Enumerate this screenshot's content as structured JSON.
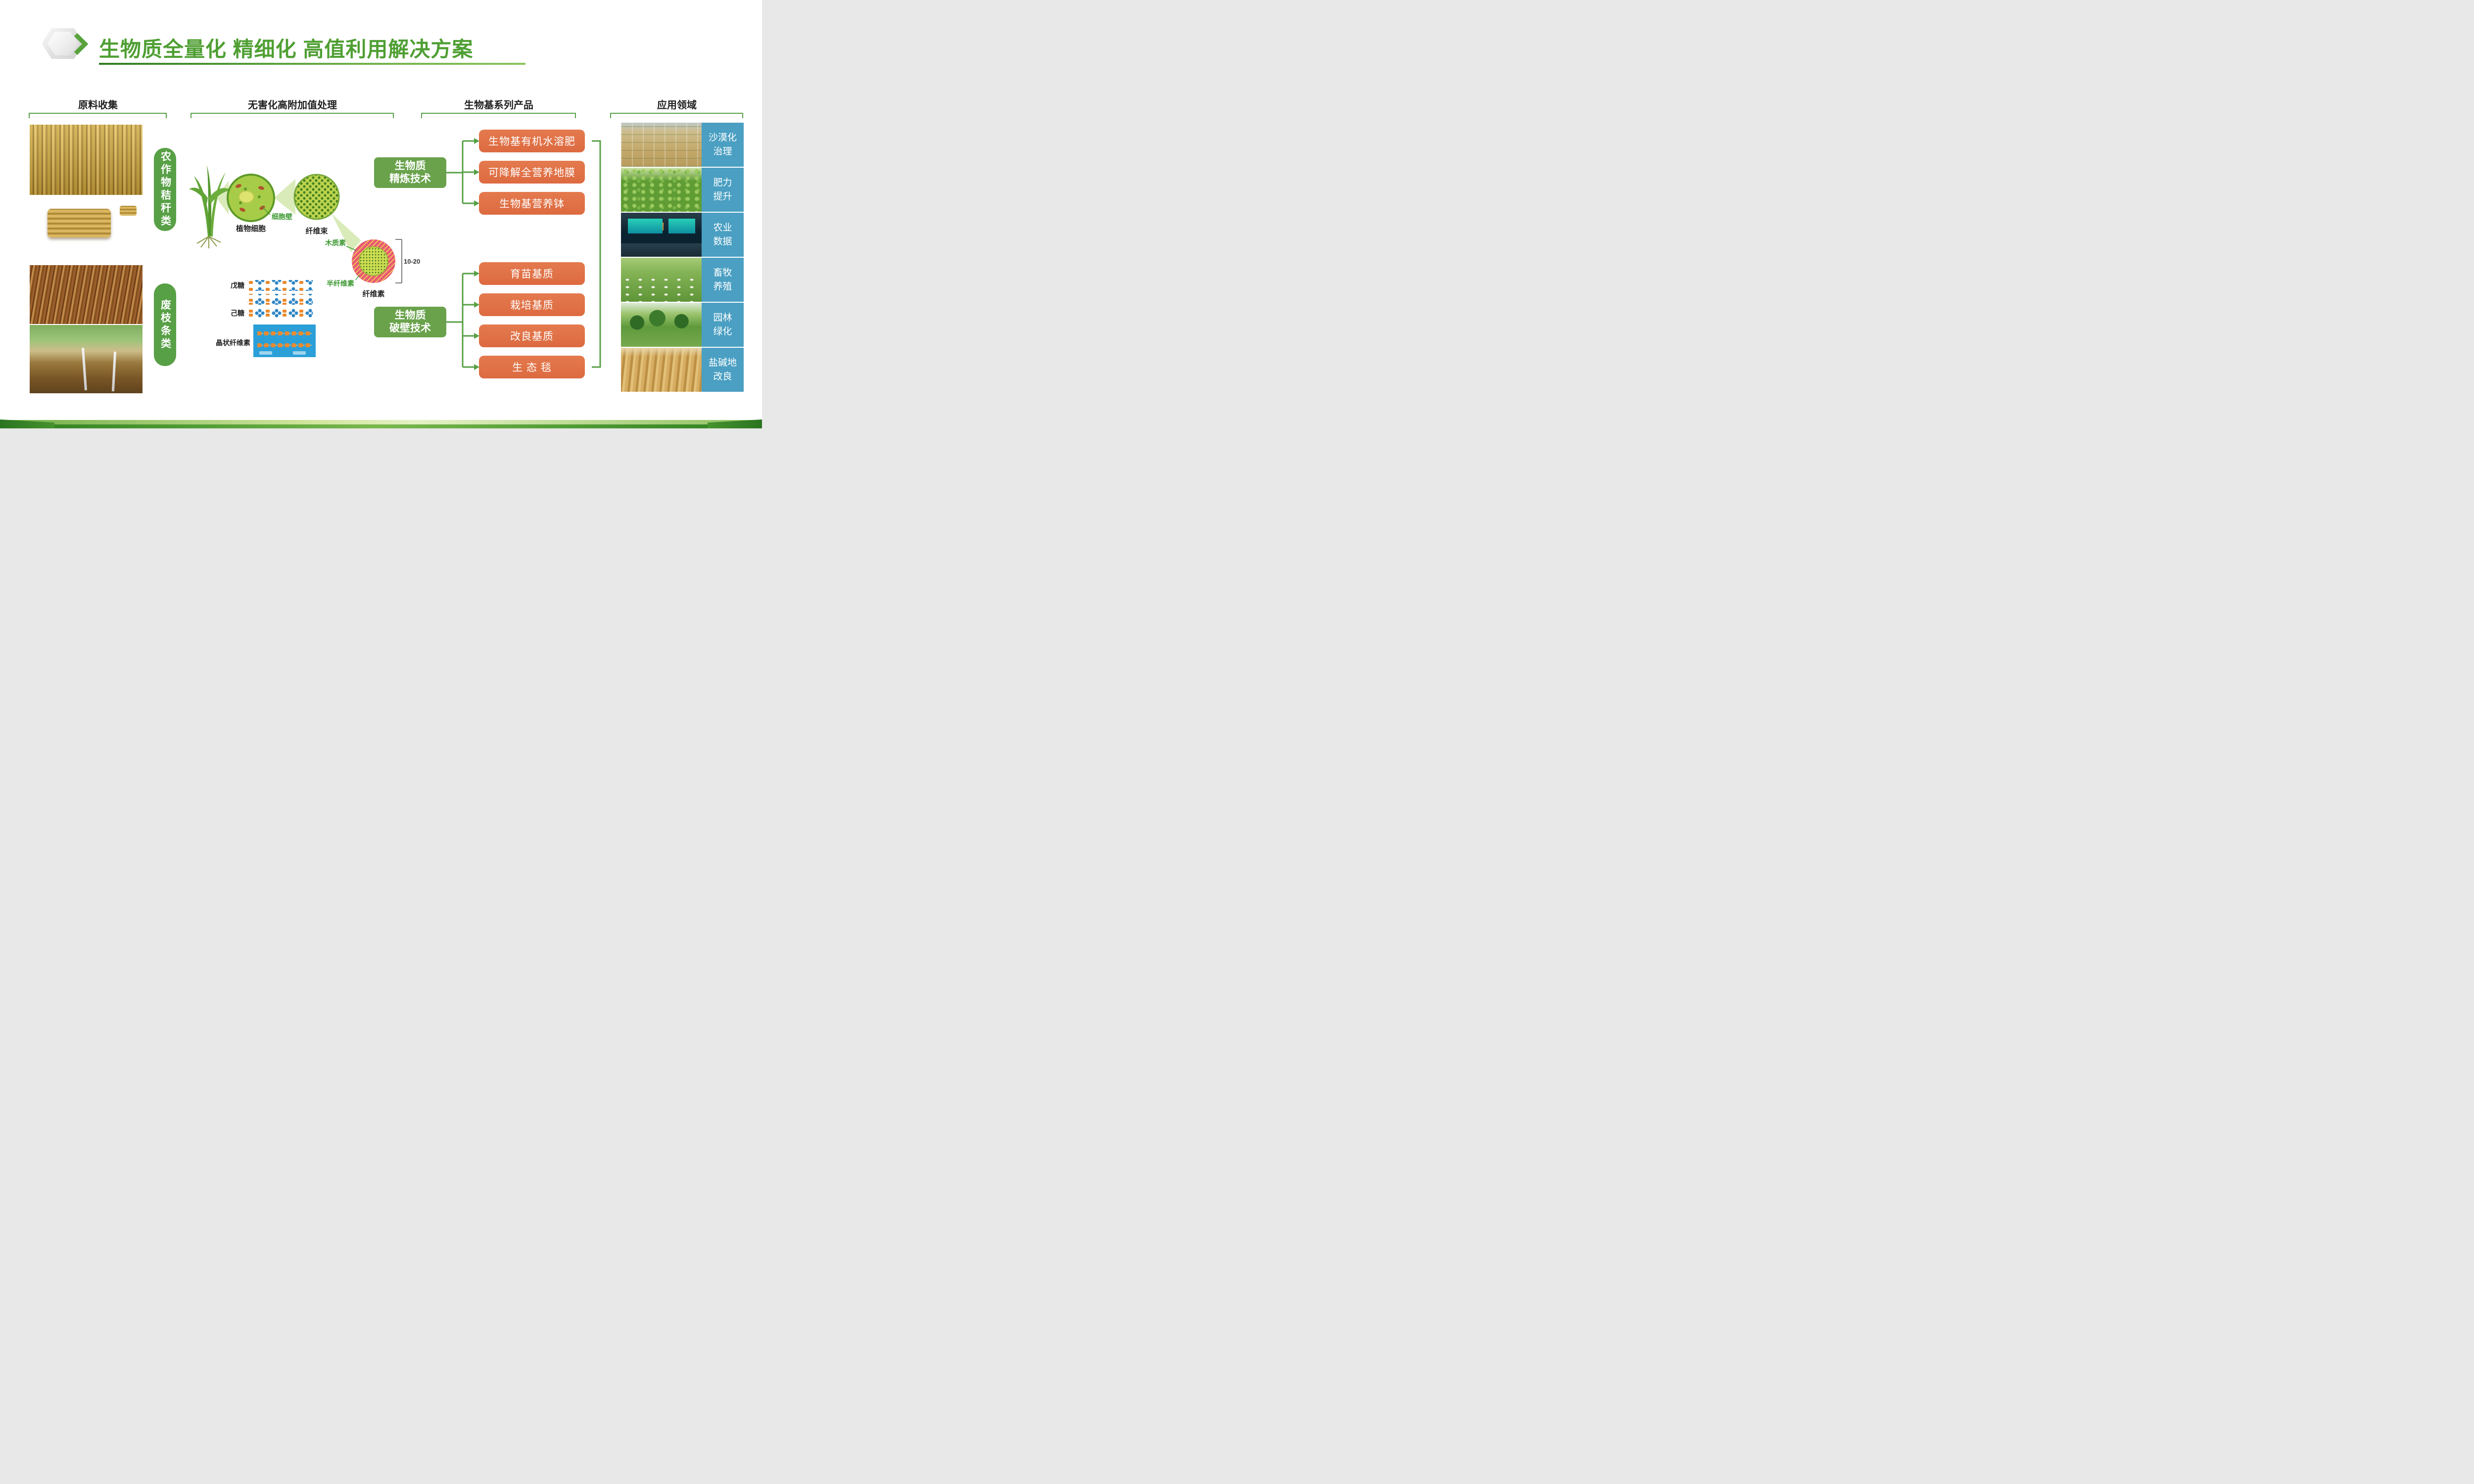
{
  "slide": {
    "title": "生物质全量化 精细化 高值利用解决方案"
  },
  "sections": {
    "collection": {
      "header": "原料收集",
      "category_straw": "农作物秸秆类",
      "category_branch": "废枝条类"
    },
    "processing": {
      "header": "无害化高附加值处理",
      "plant_cell": "植物细胞",
      "cell_wall": "细胞壁",
      "fiber_bundle": "纤维束",
      "lignin": "木质素",
      "hemicellulose": "半纤维素",
      "cellulose": "纤维素",
      "scale_label": "10-20nm",
      "pentose": "戊糖",
      "hexose": "己糖",
      "crystalline": "晶状纤维素"
    },
    "products": {
      "header": "生物基系列产品",
      "refining_tech": "生物质\n精炼技术",
      "refining_items": [
        "生物基有机水溶肥",
        "可降解全营养地膜",
        "生物基营养钵"
      ],
      "breaking_tech": "生物质\n破壁技术",
      "breaking_items": [
        "育苗基质",
        "栽培基质",
        "改良基质",
        "生 态 毯"
      ]
    },
    "applications": {
      "header": "应用领域",
      "items": [
        "沙漠化\n治理",
        "肥力\n提升",
        "农业\n数据",
        "畜牧\n养殖",
        "园林\n绿化",
        "盐碱地\n改良"
      ]
    }
  },
  "colors": {
    "green": "#57a046",
    "green_dark": "#2f7d22",
    "orange": "#e0714a",
    "blue_label": "#4a9fc2",
    "title_green": "#4f9f33"
  }
}
